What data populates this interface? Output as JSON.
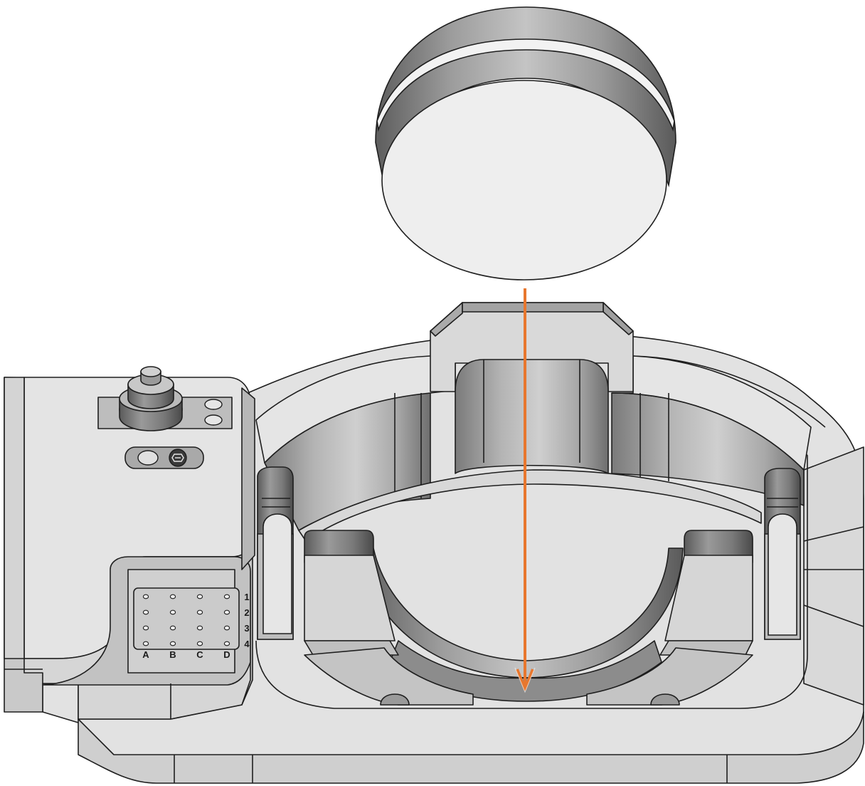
{
  "grid": {
    "columns": [
      "A",
      "B",
      "C",
      "D"
    ],
    "rows": [
      "1",
      "2",
      "3",
      "4"
    ]
  },
  "colors": {
    "arrow": "#e8772e",
    "outline": "#1e1e1e",
    "face_light": "#e3e3e3",
    "face_mid": "#cfcfcf",
    "face_dark": "#8e8e8e",
    "disc_face": "#eeeeee"
  },
  "icons": [
    "hex-socket-icon",
    "knob-icon"
  ]
}
